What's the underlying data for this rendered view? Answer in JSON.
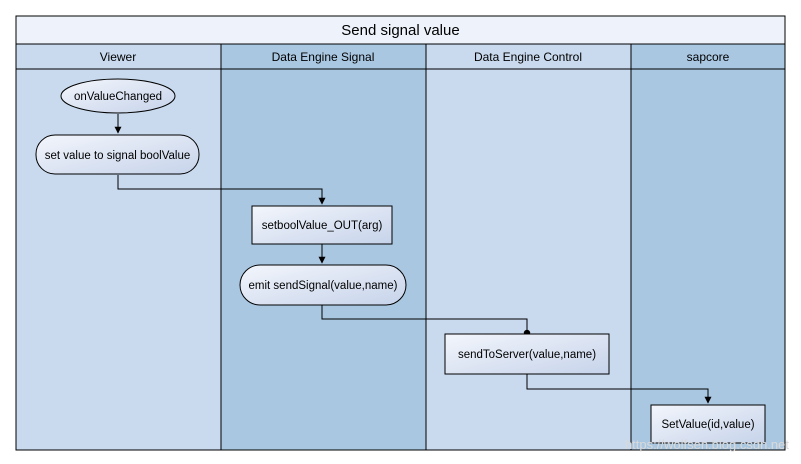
{
  "diagram": {
    "title": "Send signal value",
    "lanes": [
      {
        "id": "viewer",
        "label": "Viewer"
      },
      {
        "id": "data-engine-signal",
        "label": "Data Engine Signal"
      },
      {
        "id": "data-engine-control",
        "label": "Data Engine Control"
      },
      {
        "id": "sapcore",
        "label": "sapcore"
      }
    ],
    "nodes": [
      {
        "id": "on-value-changed",
        "label": "onValueChanged",
        "lane": "viewer",
        "shape": "ellipse"
      },
      {
        "id": "set-value",
        "label": "set value to signal boolValue",
        "lane": "viewer",
        "shape": "rounded"
      },
      {
        "id": "setbool-value-out",
        "label": "setboolValue_OUT(arg)",
        "lane": "data-engine-signal",
        "shape": "rect"
      },
      {
        "id": "emit-send-signal",
        "label": "emit sendSignal(value,name)",
        "lane": "data-engine-signal",
        "shape": "rounded"
      },
      {
        "id": "send-to-server",
        "label": "sendToServer(value,name)",
        "lane": "data-engine-control",
        "shape": "rect"
      },
      {
        "id": "set-value-id",
        "label": "SetValue(id,value)",
        "lane": "sapcore",
        "shape": "rect"
      }
    ],
    "edges": [
      {
        "from": "on-value-changed",
        "to": "set-value"
      },
      {
        "from": "set-value",
        "to": "setbool-value-out"
      },
      {
        "from": "setbool-value-out",
        "to": "emit-send-signal"
      },
      {
        "from": "emit-send-signal",
        "to": "send-to-server"
      },
      {
        "from": "send-to-server",
        "to": "set-value-id"
      }
    ],
    "watermark": "https://wolfsen.blog.csdn.net",
    "colors": {
      "title_fill": "#eef3fb",
      "lane_light": "#c9daee",
      "lane_dark": "#aac7e2",
      "border": "#000000",
      "node_fill_light": "#f3f6fc",
      "node_fill_dark": "#c6d3ea",
      "edge": "#000000"
    }
  }
}
